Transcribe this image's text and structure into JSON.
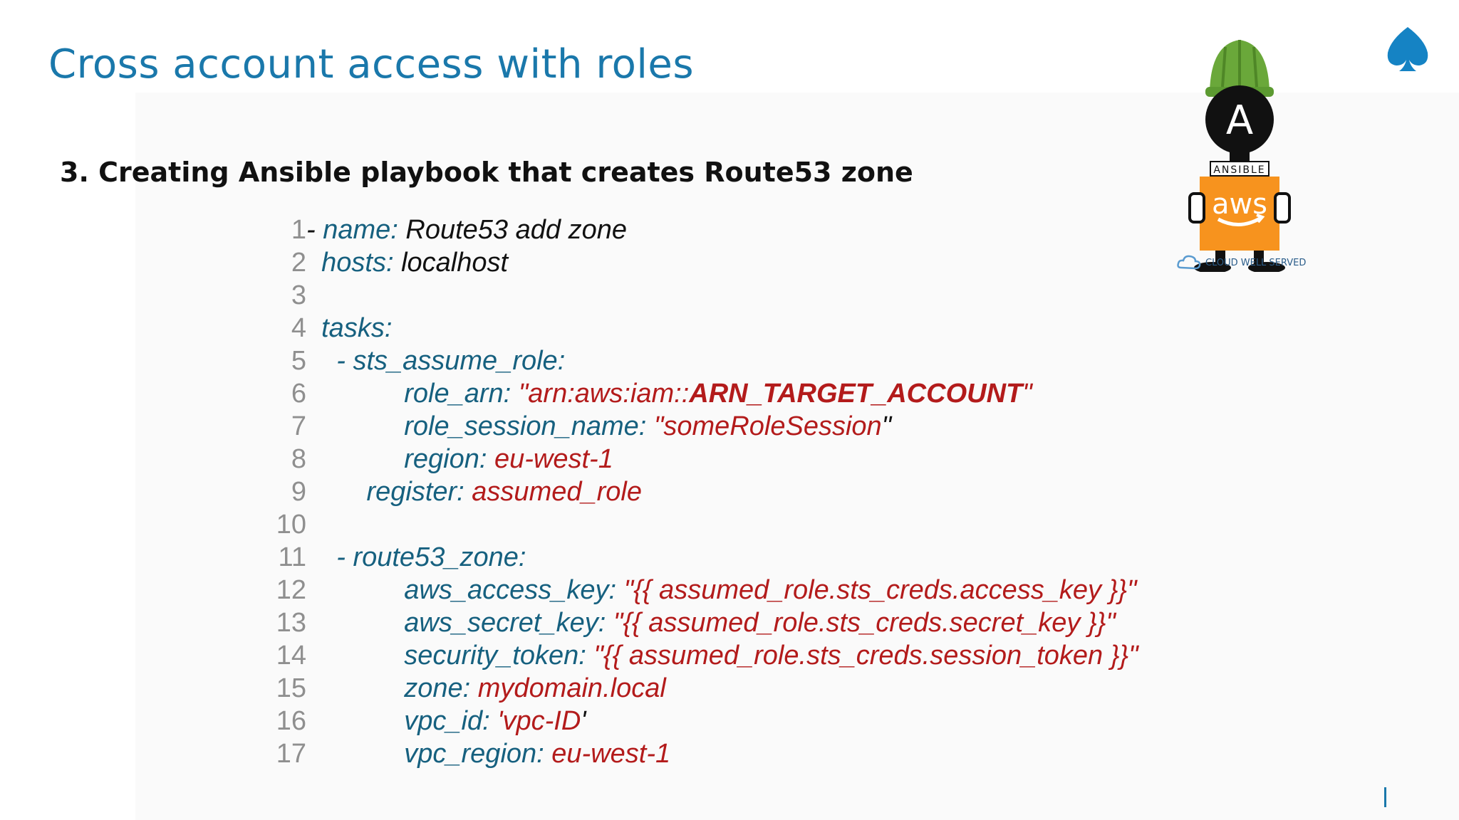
{
  "slide": {
    "title": "Cross account access with roles",
    "subtitle": "3. Creating Ansible playbook that creates Route53 zone"
  },
  "code": {
    "lines": [
      {
        "num": "1",
        "segments": [
          [
            "b",
            "- "
          ],
          [
            "k",
            "name: "
          ],
          [
            "b",
            "Route53 add zone"
          ]
        ]
      },
      {
        "num": "2",
        "segments": [
          [
            "b",
            "  "
          ],
          [
            "k",
            "hosts: "
          ],
          [
            "b",
            "localhost"
          ]
        ]
      },
      {
        "num": "3",
        "segments": []
      },
      {
        "num": "4",
        "segments": [
          [
            "b",
            "  "
          ],
          [
            "k",
            "tasks:"
          ]
        ]
      },
      {
        "num": "5",
        "segments": [
          [
            "b",
            "    "
          ],
          [
            "k",
            "- sts_assume_role:"
          ]
        ]
      },
      {
        "num": "6",
        "segments": [
          [
            "b",
            "             "
          ],
          [
            "k",
            "role_arn: "
          ],
          [
            "v",
            "\"arn:aws:iam::"
          ],
          [
            "vb",
            "ARN_TARGET_ACCOUNT"
          ],
          [
            "v",
            "\""
          ]
        ]
      },
      {
        "num": "7",
        "segments": [
          [
            "b",
            "             "
          ],
          [
            "k",
            "role_session_name: "
          ],
          [
            "v",
            "\"someRoleSession"
          ],
          [
            "b",
            "\""
          ]
        ]
      },
      {
        "num": "8",
        "segments": [
          [
            "b",
            "             "
          ],
          [
            "k",
            "region: "
          ],
          [
            "v",
            "eu-west-1"
          ]
        ]
      },
      {
        "num": "9",
        "segments": [
          [
            "b",
            "        "
          ],
          [
            "k",
            "register: "
          ],
          [
            "v",
            "assumed_role"
          ]
        ]
      },
      {
        "num": "10",
        "segments": []
      },
      {
        "num": "11",
        "segments": [
          [
            "b",
            "    "
          ],
          [
            "k",
            "- route53_zone:"
          ]
        ]
      },
      {
        "num": "12",
        "segments": [
          [
            "b",
            "             "
          ],
          [
            "k",
            "aws_access_key: "
          ],
          [
            "v",
            "\"{{ assumed_role.sts_creds.access_key }}\""
          ]
        ]
      },
      {
        "num": "13",
        "segments": [
          [
            "b",
            "             "
          ],
          [
            "k",
            "aws_secret_key: "
          ],
          [
            "v",
            "\"{{ assumed_role.sts_creds.secret_key }}\""
          ]
        ]
      },
      {
        "num": "14",
        "segments": [
          [
            "b",
            "             "
          ],
          [
            "k",
            "security_token: "
          ],
          [
            "v",
            "\"{{ assumed_role.sts_creds.session_token }}\""
          ]
        ]
      },
      {
        "num": "15",
        "segments": [
          [
            "b",
            "             "
          ],
          [
            "k",
            "zone: "
          ],
          [
            "v",
            "mydomain.local"
          ]
        ]
      },
      {
        "num": "16",
        "segments": [
          [
            "b",
            "             "
          ],
          [
            "k",
            "vpc_id: "
          ],
          [
            "v",
            "'vpc-ID"
          ],
          [
            "b",
            "'"
          ]
        ]
      },
      {
        "num": "17",
        "segments": [
          [
            "b",
            "             "
          ],
          [
            "k",
            "vpc_region: "
          ],
          [
            "v",
            "eu-west-1"
          ]
        ]
      }
    ]
  },
  "mascot": {
    "badge_text": "ANSIBLE",
    "sign_text": "aws",
    "logo_letter": "A",
    "caption": "CLOUD WELL SERVED",
    "colors": {
      "helmet": "#6aa83a",
      "sign": "#f7931e",
      "body": "#111111"
    }
  },
  "icons": {
    "corner": "spade-icon",
    "mascot": "ansible-aws-mascot-icon"
  },
  "colors": {
    "title": "#1a78ab",
    "key": "#16607f",
    "value": "#b31b1b",
    "line_number": "#8f8f8f"
  }
}
